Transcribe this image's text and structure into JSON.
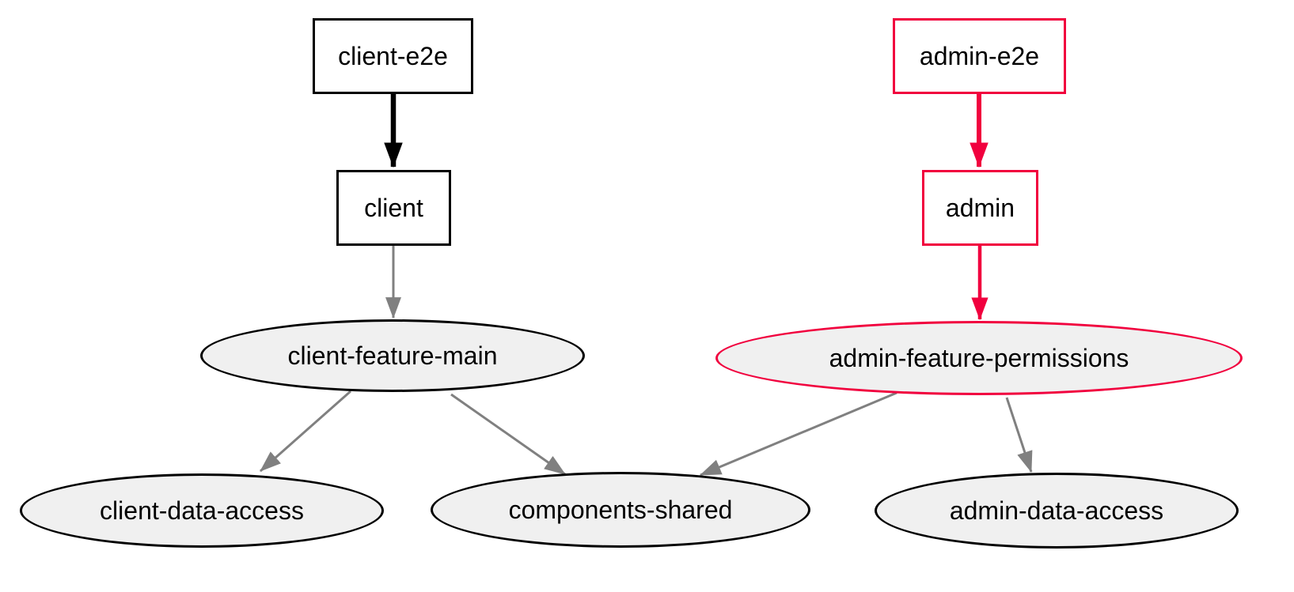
{
  "diagram": {
    "kind": "project-dependency-graph",
    "colors": {
      "red": "#f1003e",
      "black": "#000000",
      "gray": "#808080",
      "node_fill": "#f0f0f0",
      "background": "#ffffff"
    },
    "nodes": [
      {
        "id": "client-e2e",
        "label": "client-e2e",
        "shape": "rect",
        "stroke": "black"
      },
      {
        "id": "client",
        "label": "client",
        "shape": "rect",
        "stroke": "black"
      },
      {
        "id": "admin-e2e",
        "label": "admin-e2e",
        "shape": "rect",
        "stroke": "red"
      },
      {
        "id": "admin",
        "label": "admin",
        "shape": "rect",
        "stroke": "red"
      },
      {
        "id": "client-feature-main",
        "label": "client-feature-main",
        "shape": "ellipse",
        "stroke": "black"
      },
      {
        "id": "admin-feature-permissions",
        "label": "admin-feature-permissions",
        "shape": "ellipse",
        "stroke": "red"
      },
      {
        "id": "client-data-access",
        "label": "client-data-access",
        "shape": "ellipse",
        "stroke": "black"
      },
      {
        "id": "components-shared",
        "label": "components-shared",
        "shape": "ellipse",
        "stroke": "black"
      },
      {
        "id": "admin-data-access",
        "label": "admin-data-access",
        "shape": "ellipse",
        "stroke": "black"
      }
    ],
    "edges": [
      {
        "from": "client-e2e",
        "to": "client",
        "color": "black",
        "thickness": "thick"
      },
      {
        "from": "admin-e2e",
        "to": "admin",
        "color": "red",
        "thickness": "thick"
      },
      {
        "from": "client",
        "to": "client-feature-main",
        "color": "gray",
        "thickness": "normal"
      },
      {
        "from": "admin",
        "to": "admin-feature-permissions",
        "color": "red",
        "thickness": "medium"
      },
      {
        "from": "client-feature-main",
        "to": "client-data-access",
        "color": "gray",
        "thickness": "normal"
      },
      {
        "from": "client-feature-main",
        "to": "components-shared",
        "color": "gray",
        "thickness": "normal"
      },
      {
        "from": "admin-feature-permissions",
        "to": "components-shared",
        "color": "gray",
        "thickness": "normal"
      },
      {
        "from": "admin-feature-permissions",
        "to": "admin-data-access",
        "color": "gray",
        "thickness": "normal"
      }
    ]
  }
}
